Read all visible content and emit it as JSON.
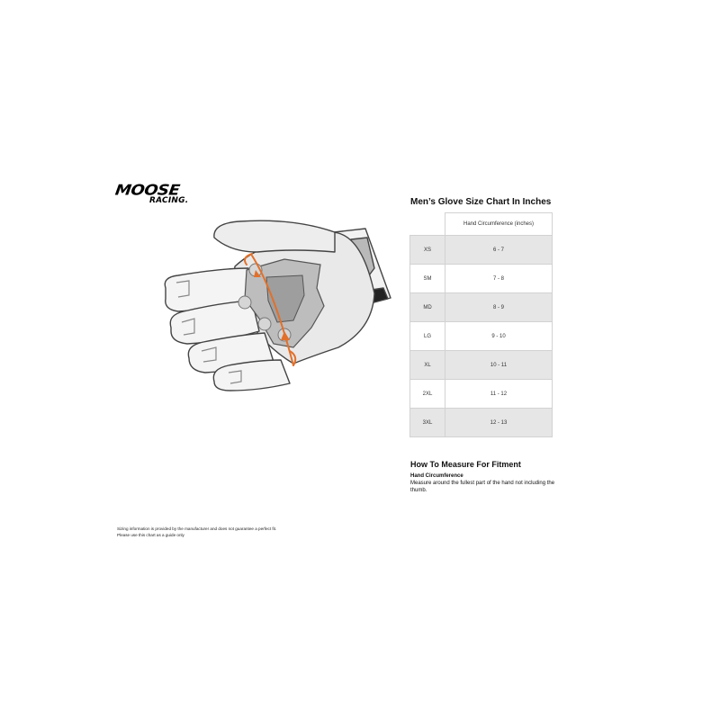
{
  "brand": {
    "logo_main": "MOOSE",
    "logo_sub": "RACING."
  },
  "illustration": {
    "name": "glove-palm-illustration",
    "accent_color": "#e2702a"
  },
  "size_chart": {
    "title": "Men’s Glove Size Chart In Inches",
    "column_header": "Hand Circumference (inches)",
    "rows": [
      {
        "size": "XS",
        "value": "6 - 7"
      },
      {
        "size": "SM",
        "value": "7 - 8"
      },
      {
        "size": "MD",
        "value": "8 - 9"
      },
      {
        "size": "LG",
        "value": "9 - 10"
      },
      {
        "size": "XL",
        "value": "10 - 11"
      },
      {
        "size": "2XL",
        "value": "11 - 12"
      },
      {
        "size": "3XL",
        "value": "12 - 13"
      }
    ]
  },
  "measure": {
    "title": "How To Measure For Fitment",
    "subtitle": "Hand Circumference",
    "text": "Measure around the fullest part of the hand not including the thumb."
  },
  "disclaimer": {
    "line1": "Sizing information is provided by the manufacturer and does not guarantee a perfect fit.",
    "line2": "Please use this chart as a guide only"
  }
}
